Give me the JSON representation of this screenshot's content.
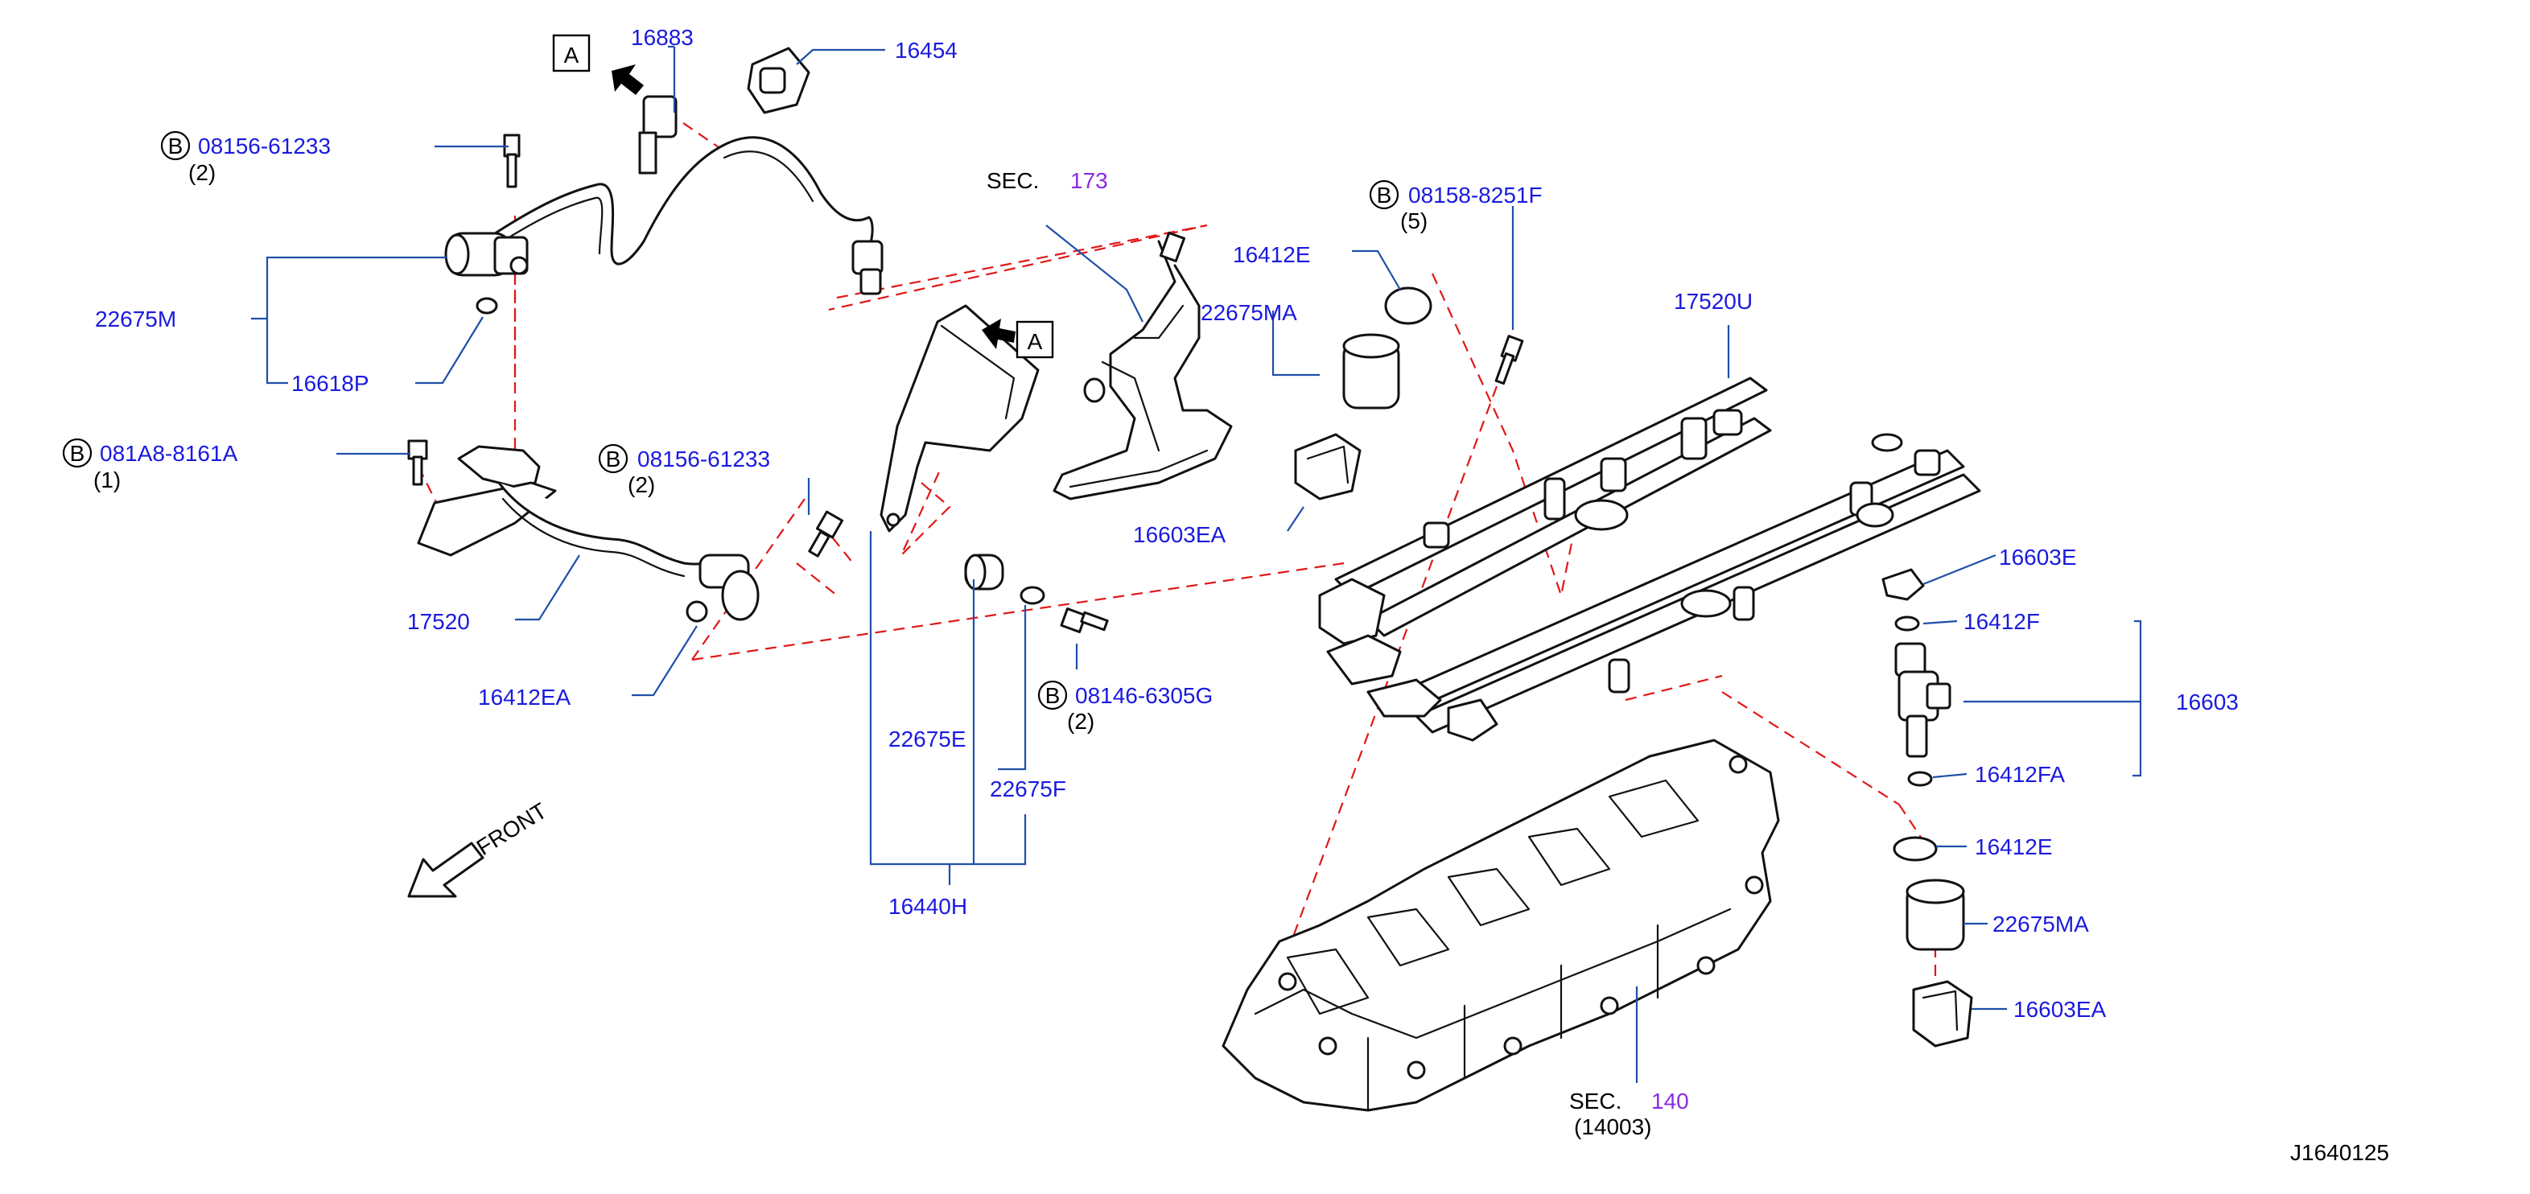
{
  "diagram": {
    "code": "J1640125",
    "front_label": "FRONT",
    "ref_letter": "A",
    "bolt_symbol": "B",
    "sections": [
      {
        "prefix": "SEC.",
        "number": "173"
      },
      {
        "prefix": "SEC.",
        "number": "140",
        "sub": "(14003)"
      }
    ],
    "callouts": {
      "p16883": "16883",
      "p16454": "16454",
      "b1": {
        "num": "08156-61233",
        "qty": "(2)"
      },
      "p22675M": "22675M",
      "p16618P": "16618P",
      "b2": {
        "num": "081A8-8161A",
        "qty": "(1)"
      },
      "b3": {
        "num": "08156-61233",
        "qty": "(2)"
      },
      "p17520": "17520",
      "p16412EA": "16412EA",
      "p16412E_top": "16412E",
      "p22675MA_top": "22675MA",
      "p16603EA_top": "16603EA",
      "b4": {
        "num": "08158-8251F",
        "qty": "(5)"
      },
      "p17520U": "17520U",
      "p16603E": "16603E",
      "p16412F": "16412F",
      "p16603": "16603",
      "p16412FA": "16412FA",
      "p16412E_bot": "16412E",
      "p22675MA_bot": "22675MA",
      "p16603EA_bot": "16603EA",
      "p22675E": "22675E",
      "p22675F": "22675F",
      "b5": {
        "num": "08146-6305G",
        "qty": "(2)"
      },
      "p16440H": "16440H"
    }
  }
}
